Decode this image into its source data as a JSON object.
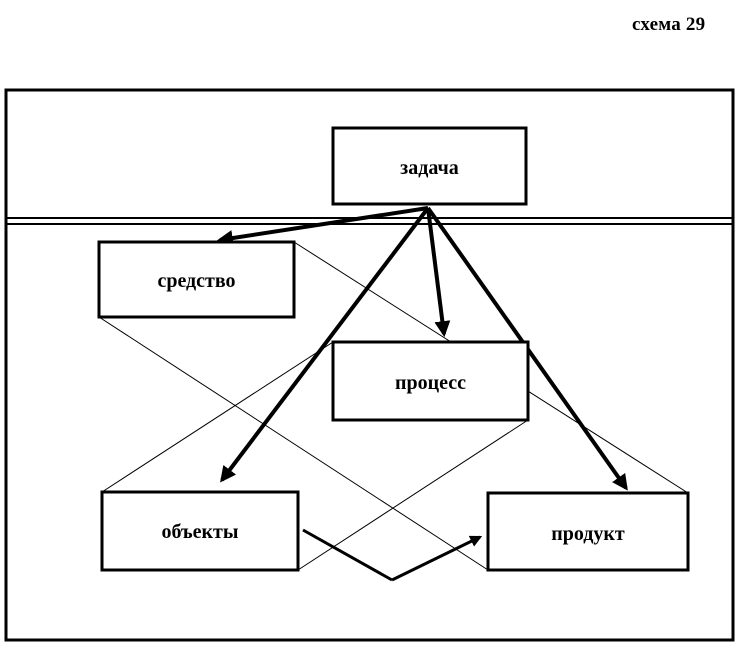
{
  "caption": "схема 29",
  "nodes": {
    "task": "задача",
    "tool": "средство",
    "process": "процесс",
    "objects": "объекты",
    "product": "продукт"
  },
  "colors": {
    "ink": "#000000",
    "background": "#ffffff"
  }
}
